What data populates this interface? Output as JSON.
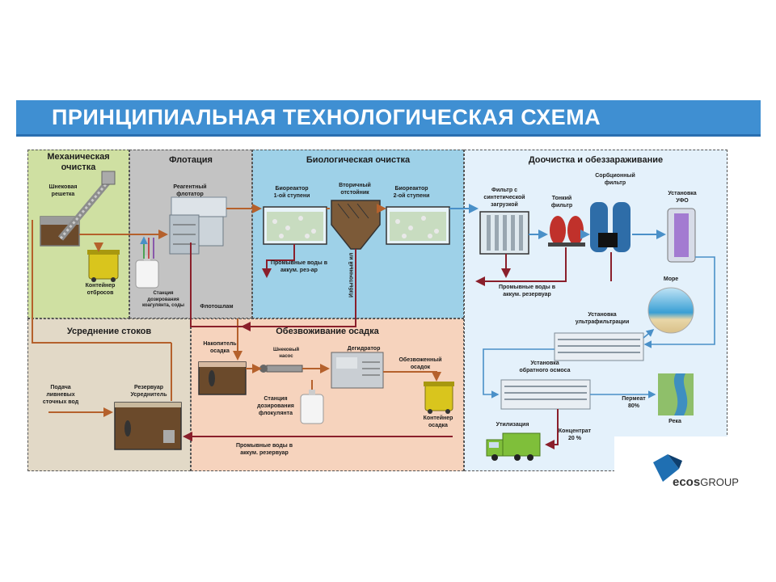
{
  "title": "ПРИНЦИПИАЛЬНАЯ ТЕХНОЛОГИЧЕСКАЯ СХЕМА",
  "sections": {
    "mechanical": "Механическая\nочистка",
    "flotation": "Флотация",
    "biological": "Биологическая очистка",
    "post_treatment": "Доочистка и обеззараживание",
    "equalization": "Усреднение стоков",
    "dewatering": "Обезвоживание осадка"
  },
  "labels": {
    "screw_screen": "Шнековая\nрешетка",
    "waste_container": "Контейнер\nотбросов",
    "reagent_flotator": "Реагентный\nфлотатор",
    "dosing_station": "Станция\nдозирования\nкоагулянта, соды",
    "flotation_sludge": "Флотошлам",
    "bioreactor_1": "Биореактор\n1-ой ступени",
    "secondary_clarifier": "Вторичный\nотстойник",
    "bioreactor_2": "Биореактор\n2-ой ступени",
    "wash_water_bio": "Промывные воды в\nаккум. рез-ар",
    "excess_sludge": "Избыточный ил",
    "synthetic_filter": "Фильтр с\nсинтетической\nзагрузкой",
    "fine_filter": "Тонкий\nфильтр",
    "sorption_filter": "Сорбционный\nфильтр",
    "uv_unit": "Установка\nУФО",
    "wash_water_post": "Промывные воды в\nаккум. резервуар",
    "sea": "Море",
    "ultrafiltration": "Установка\nультрафильтрации",
    "reverse_osmosis": "Установка\nобратного осмоса",
    "permeate": "Пермеат\n80%",
    "river": "Река",
    "concentrate": "Концентрат\n20 %",
    "disposal": "Утилизация",
    "storm_water": "Подача\nливневых\nсточных вод",
    "equalization_tank": "Резервуар\nУсреднитель",
    "sludge_storage": "Накопитель\nосадка",
    "screw_pump": "Шнековый\nнасос",
    "dehydrator": "Дегидратор",
    "dewatered_sludge": "Обезвоженный\nосадок",
    "sludge_container": "Контейнер\nосадка",
    "flocculant_station": "Станция\nдозирования\nфлокулянта",
    "wash_water_dew": "Промывные воды в\nаккум. резервуар"
  },
  "logo": {
    "main": "ecos",
    "suffix": "GROUP"
  },
  "colors": {
    "title_bar": "#3f8fd2",
    "mechanical": "#cfe0a2",
    "flotation": "#c3c3c3",
    "biological": "#9ed1e8",
    "post_treatment": "#e4f1fb",
    "equalization": "#e2d9c7",
    "dewatering": "#f6d3bd",
    "flow_water": "#b5612c",
    "flow_sludge": "#8a1f2b",
    "flow_clean": "#4a90c8"
  }
}
